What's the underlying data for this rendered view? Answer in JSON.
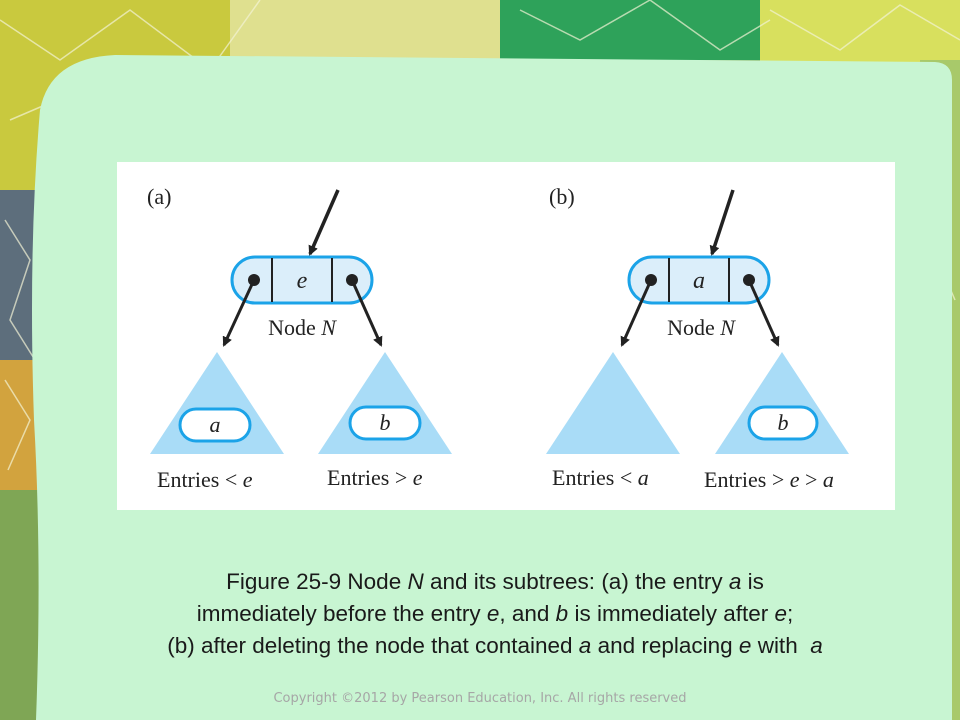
{
  "figure": {
    "panel_a": {
      "label": "(a)",
      "node_key": "e",
      "node_label_prefix": "Node",
      "node_label_var": "N",
      "left_subtree_key": "a",
      "right_subtree_key": "b",
      "left_label_prefix": "Entries <",
      "left_label_var": "e",
      "right_label_prefix": "Entries >",
      "right_label_var": "e"
    },
    "panel_b": {
      "label": "(b)",
      "node_key": "a",
      "node_label_prefix": "Node",
      "node_label_var": "N",
      "right_subtree_key": "b",
      "left_label_prefix": "Entries <",
      "left_label_var": "a",
      "right_label_prefix": "Entries >",
      "right_label_var1": "e",
      "right_label_op2": ">",
      "right_label_var2": "a"
    },
    "colors": {
      "node_fill": "#dbeefa",
      "node_stroke": "#1ba3e8",
      "triangle_fill": "#a9dcf7",
      "arrow": "#222222"
    }
  },
  "caption": {
    "l1_a": "Figure 25-9 Node ",
    "l1_b": "N",
    "l1_c": " and its subtrees: (a) the entry ",
    "l1_d": "a",
    "l1_e": " is",
    "l2_a": "immediately before the entry ",
    "l2_b": "e",
    "l2_c": ", and ",
    "l2_d": "b",
    "l2_e": " is immediately after ",
    "l2_f": "e",
    "l2_g": ";",
    "l3_a": "(b) after deleting the node that contained ",
    "l3_b": "a",
    "l3_c": " and replacing ",
    "l3_d": "e",
    "l3_e": " with  ",
    "l3_f": "a"
  },
  "copyright": "Copyright ©2012 by Pearson Education, Inc. All rights reserved"
}
